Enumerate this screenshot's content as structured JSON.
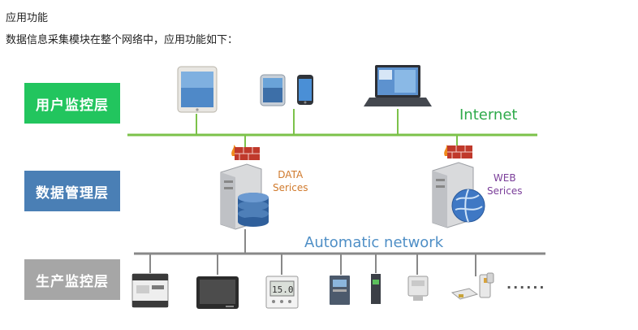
{
  "intro": {
    "title": "应用功能",
    "description": "数据信息采集模块在整个网络中，应用功能如下："
  },
  "layers": {
    "monitor": "用户监控层",
    "data": "数据管理层",
    "production": "生产监控层"
  },
  "networks": {
    "internet": "Internet",
    "automatic": "Automatic network"
  },
  "servers": {
    "data": {
      "line1": "DATA",
      "line2": "Serices"
    },
    "web": {
      "line1": "WEB",
      "line2": "Serices"
    }
  },
  "more": "......",
  "colors": {
    "monitor_layer": "#22c55e",
    "data_layer": "#4a7fb5",
    "production_layer": "#a6a6a6",
    "internet_line": "#7cc24a",
    "automatic_line": "#888888",
    "internet_text": "#2eaa4a",
    "automatic_text": "#4f8fc6",
    "data_server_text": "#d07a2c",
    "web_server_text": "#7a3d99"
  },
  "icons": [
    "tablet-icon",
    "smartphone-icon",
    "laptop-icon",
    "firewall-icon",
    "database-server-icon",
    "web-server-icon",
    "plc-icon",
    "hmi-panel-icon",
    "controller-icon",
    "drive-icon",
    "power-module-icon",
    "meter-icon",
    "sensor-icon"
  ]
}
